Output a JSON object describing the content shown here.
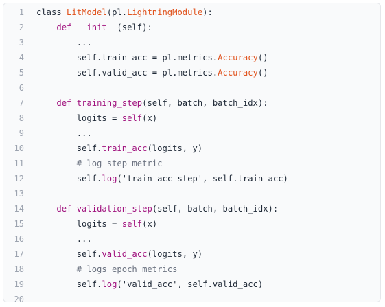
{
  "code": {
    "lines": [
      {
        "number": "1",
        "tokens": [
          {
            "t": "class ",
            "k": "plain"
          },
          {
            "t": "LitModel",
            "k": "cls"
          },
          {
            "t": "(pl.",
            "k": "plain"
          },
          {
            "t": "LightningModule",
            "k": "cls"
          },
          {
            "t": "):",
            "k": "plain"
          }
        ]
      },
      {
        "number": "2",
        "tokens": [
          {
            "t": "    ",
            "k": "plain"
          },
          {
            "t": "def ",
            "k": "kw"
          },
          {
            "t": "__init__",
            "k": "fn"
          },
          {
            "t": "(self):",
            "k": "plain"
          }
        ]
      },
      {
        "number": "3",
        "tokens": [
          {
            "t": "        ...",
            "k": "plain"
          }
        ]
      },
      {
        "number": "4",
        "tokens": [
          {
            "t": "        self.train_acc = pl.metrics.",
            "k": "plain"
          },
          {
            "t": "Accuracy",
            "k": "cls"
          },
          {
            "t": "()",
            "k": "plain"
          }
        ]
      },
      {
        "number": "5",
        "tokens": [
          {
            "t": "        self.valid_acc = pl.metrics.",
            "k": "plain"
          },
          {
            "t": "Accuracy",
            "k": "cls"
          },
          {
            "t": "()",
            "k": "plain"
          }
        ]
      },
      {
        "number": "6",
        "tokens": []
      },
      {
        "number": "7",
        "tokens": [
          {
            "t": "    ",
            "k": "plain"
          },
          {
            "t": "def ",
            "k": "kw"
          },
          {
            "t": "training_step",
            "k": "fn"
          },
          {
            "t": "(self, batch, batch_idx):",
            "k": "plain"
          }
        ]
      },
      {
        "number": "8",
        "tokens": [
          {
            "t": "        logits = ",
            "k": "plain"
          },
          {
            "t": "self",
            "k": "self"
          },
          {
            "t": "(x)",
            "k": "plain"
          }
        ]
      },
      {
        "number": "9",
        "tokens": [
          {
            "t": "        ...",
            "k": "plain"
          }
        ]
      },
      {
        "number": "10",
        "tokens": [
          {
            "t": "        self.",
            "k": "plain"
          },
          {
            "t": "train_acc",
            "k": "fn"
          },
          {
            "t": "(logits, y)",
            "k": "plain"
          }
        ]
      },
      {
        "number": "11",
        "tokens": [
          {
            "t": "        # log step metric",
            "k": "com"
          }
        ]
      },
      {
        "number": "12",
        "tokens": [
          {
            "t": "        self.",
            "k": "plain"
          },
          {
            "t": "log",
            "k": "fn"
          },
          {
            "t": "(",
            "k": "plain"
          },
          {
            "t": "'train_acc_step'",
            "k": "str"
          },
          {
            "t": ", self.train_acc)",
            "k": "plain"
          }
        ]
      },
      {
        "number": "13",
        "tokens": []
      },
      {
        "number": "14",
        "tokens": [
          {
            "t": "    ",
            "k": "plain"
          },
          {
            "t": "def ",
            "k": "kw"
          },
          {
            "t": "validation_step",
            "k": "fn"
          },
          {
            "t": "(self, batch, batch_idx):",
            "k": "plain"
          }
        ]
      },
      {
        "number": "15",
        "tokens": [
          {
            "t": "        logits = ",
            "k": "plain"
          },
          {
            "t": "self",
            "k": "self"
          },
          {
            "t": "(x)",
            "k": "plain"
          }
        ]
      },
      {
        "number": "16",
        "tokens": [
          {
            "t": "        ...",
            "k": "plain"
          }
        ]
      },
      {
        "number": "17",
        "tokens": [
          {
            "t": "        self.",
            "k": "plain"
          },
          {
            "t": "valid_acc",
            "k": "fn"
          },
          {
            "t": "(logits, y)",
            "k": "plain"
          }
        ]
      },
      {
        "number": "18",
        "tokens": [
          {
            "t": "        # logs epoch metrics",
            "k": "com"
          }
        ]
      },
      {
        "number": "19",
        "tokens": [
          {
            "t": "        self.",
            "k": "plain"
          },
          {
            "t": "log",
            "k": "fn"
          },
          {
            "t": "(",
            "k": "plain"
          },
          {
            "t": "'valid_acc'",
            "k": "str"
          },
          {
            "t": ", self.valid_acc)",
            "k": "plain"
          }
        ]
      },
      {
        "number": "20",
        "tokens": []
      }
    ]
  },
  "colors": {
    "background": "#f9fafb",
    "keyword": "#a1147f",
    "class_name": "#e0521c",
    "comment": "#6b7280",
    "line_number": "#9ca3af",
    "text": "#1f2937"
  }
}
